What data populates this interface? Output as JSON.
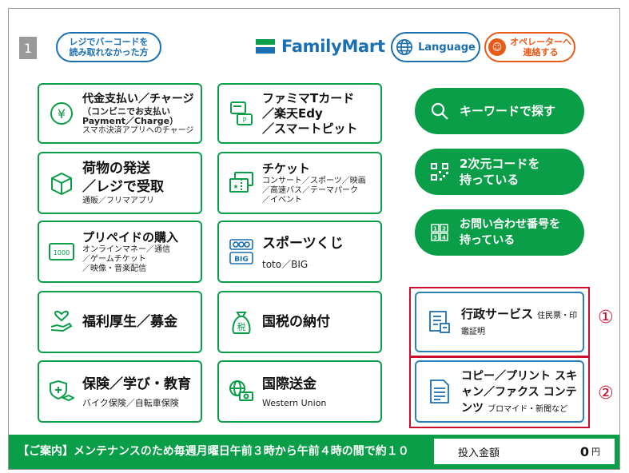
{
  "header": {
    "screen_number": "1",
    "barcode_help": "レジでバーコードを\n読み取れなかった方",
    "logo_text": "FamilyMart",
    "language": "Language",
    "operator": "オペレーターへ\n連絡する"
  },
  "tiles": {
    "payment": {
      "title": "代金支払い／チャージ",
      "sub1": "（コンビニでお支払い",
      "sub2": "Payment／Charge）",
      "sub3": "スマホ決済アプリへのチャージ"
    },
    "famima_card": {
      "title1": "ファミマTカード",
      "title2": "／楽天Edy",
      "title3": "／スマートピット"
    },
    "shipping": {
      "title1": "荷物の発送",
      "title2": "／レジで受取",
      "sub": "通販／フリマアプリ"
    },
    "ticket": {
      "title": "チケット",
      "sub1": "コンサート／スポーツ／映画",
      "sub2": "／高速バス／テーマパーク",
      "sub3": "／イベント"
    },
    "prepaid": {
      "title": "プリペイドの購入",
      "sub1": "オンラインマネー／通信",
      "sub2": "／ゲームチケット",
      "sub3": "／映像・音楽配信",
      "card_text": "1000"
    },
    "sports_lottery": {
      "title": "スポーツくじ",
      "sub": "toto／BIG"
    },
    "welfare": {
      "title": "福利厚生／募金"
    },
    "national_tax": {
      "title": "国税の納付",
      "icon_char": "税"
    },
    "insurance": {
      "title": "保険／学び・教育",
      "sub": "バイク保険／自転車保険"
    },
    "remittance": {
      "title": "国際送金",
      "sub": "Western Union"
    }
  },
  "green_buttons": {
    "keyword": "キーワードで探す",
    "qr": "2次元コードを\n持っている",
    "inquiry": "お問い合わせ番号を\n持っている"
  },
  "blue_tiles": {
    "admin": {
      "title": "行政サービス",
      "sub": "住民票・印鑑証明"
    },
    "copy": {
      "title1": "コピー／プリント",
      "title2": "スキャン／ファクス",
      "title3": "コンテンツ",
      "sub": "ブロマイド・新聞など"
    }
  },
  "annotations": {
    "mark1": "①",
    "mark2": "②"
  },
  "footer": {
    "notice": "【ご案内】メンテナンスのため毎週月曜日午前３時から午前４時の間で約１０",
    "amount_label": "投入金額",
    "amount_value": "0",
    "amount_unit": "円"
  },
  "colors": {
    "green": "#0a9e48",
    "blue": "#1a6fb3",
    "orange": "#e85a18",
    "highlight": "#c8102e"
  }
}
